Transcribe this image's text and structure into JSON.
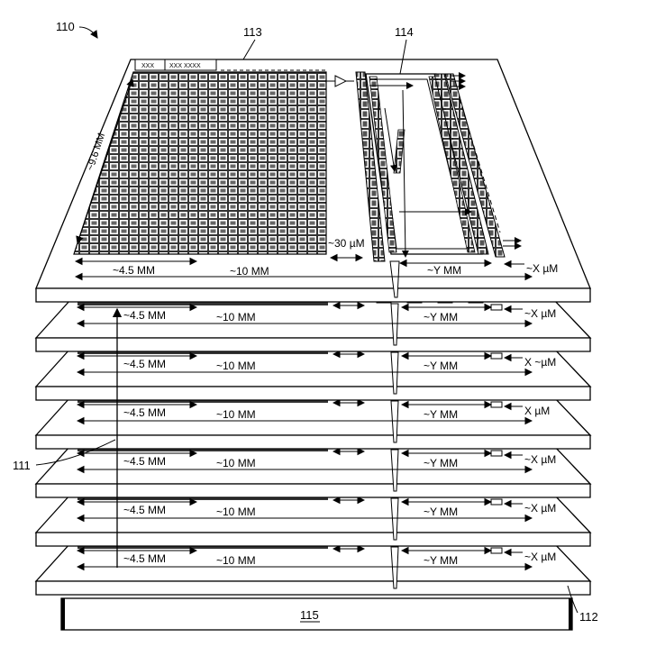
{
  "figure": {
    "refs": {
      "assembly": "110",
      "stack": "111",
      "base_layer": "112",
      "memory_array": "113",
      "logic_region": "114",
      "substrate": "115"
    },
    "top_layer": {
      "side_dim": "~9.6 MM",
      "array_width": "~4.5 MM",
      "die_width": "~10 MM",
      "gap": "~30 µM",
      "logic_width": "~Y MM",
      "edge": "~X µM",
      "tag_a": "XXX",
      "tag_b": "XXX XXXX"
    },
    "layers": [
      {
        "array": "~4.5 MM",
        "die": "~10 MM",
        "logic": "~Y MM",
        "edge": "~X µM"
      },
      {
        "array": "~4.5 MM",
        "die": "~10 MM",
        "logic": "~Y MM",
        "edge": "X ~µM"
      },
      {
        "array": "~4.5 MM",
        "die": "~10 MM",
        "logic": "~Y MM",
        "edge": "X µM"
      },
      {
        "array": "~4.5 MM",
        "die": "~10 MM",
        "logic": "~Y MM",
        "edge": "~X µM"
      },
      {
        "array": "~4.5 MM",
        "die": "~10 MM",
        "logic": "~Y MM",
        "edge": "~X µM"
      },
      {
        "array": "~4.5 MM",
        "die": "~10 MM",
        "logic": "~Y MM",
        "edge": "~X µM"
      }
    ]
  }
}
